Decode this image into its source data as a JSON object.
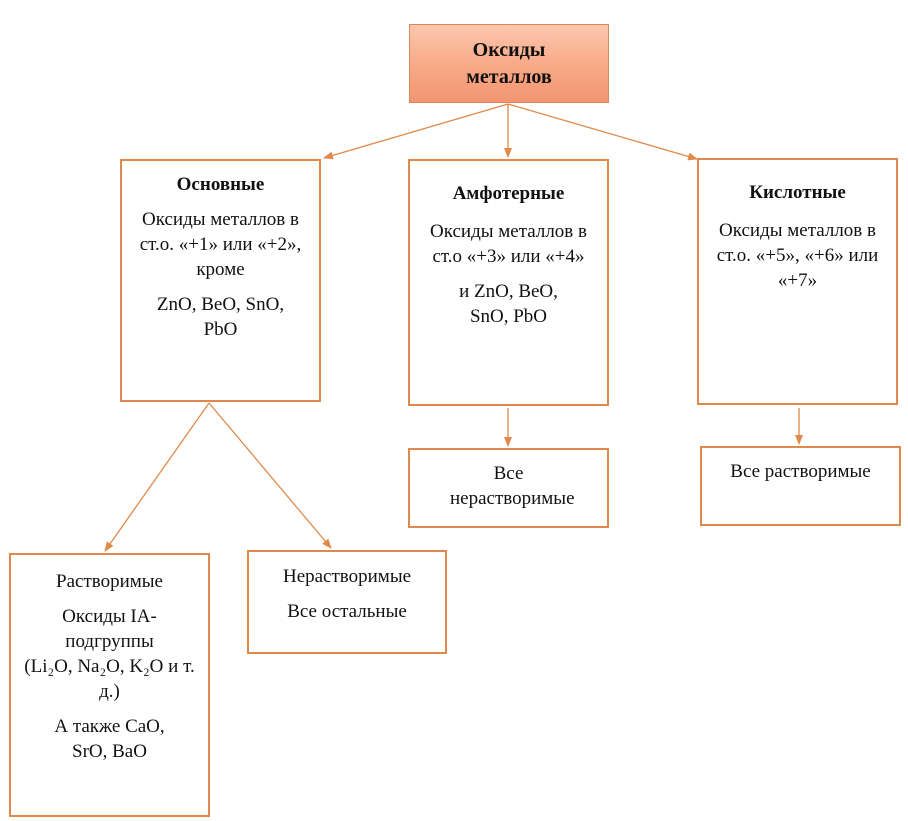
{
  "root": {
    "line1": "Оксиды",
    "line2": "металлов"
  },
  "basic": {
    "title": "Основные",
    "desc": "Оксиды металлов в ст.о. «+1» или «+2», кроме",
    "except": "ZnO, BeO, SnO, PbO"
  },
  "amphoteric": {
    "title": "Амфотерные",
    "desc": "Оксиды металлов в ст.о «+3» или «+4»",
    "extra": "и ZnO, BeO, SnO, PbO"
  },
  "acidic": {
    "title": "Кислотные",
    "desc": "Оксиды металлов в ст.о. «+5», «+6» или «+7»"
  },
  "amphoteric_solubility": "Все нерастворимые",
  "acidic_solubility": "Все растворимые",
  "soluble": {
    "title": "Растворимые",
    "line1": "Оксиды IA-подгруппы",
    "line2": "(Li₂O, Na₂O, K₂O и т. д.)",
    "line3": "А также CaO, SrO, BaO"
  },
  "insoluble": {
    "title": "Нерастворимые",
    "line1": "Все остальные"
  },
  "colors": {
    "border": "#e0894a",
    "root_fill": "#f8a886",
    "arrow": "#e0894a"
  }
}
